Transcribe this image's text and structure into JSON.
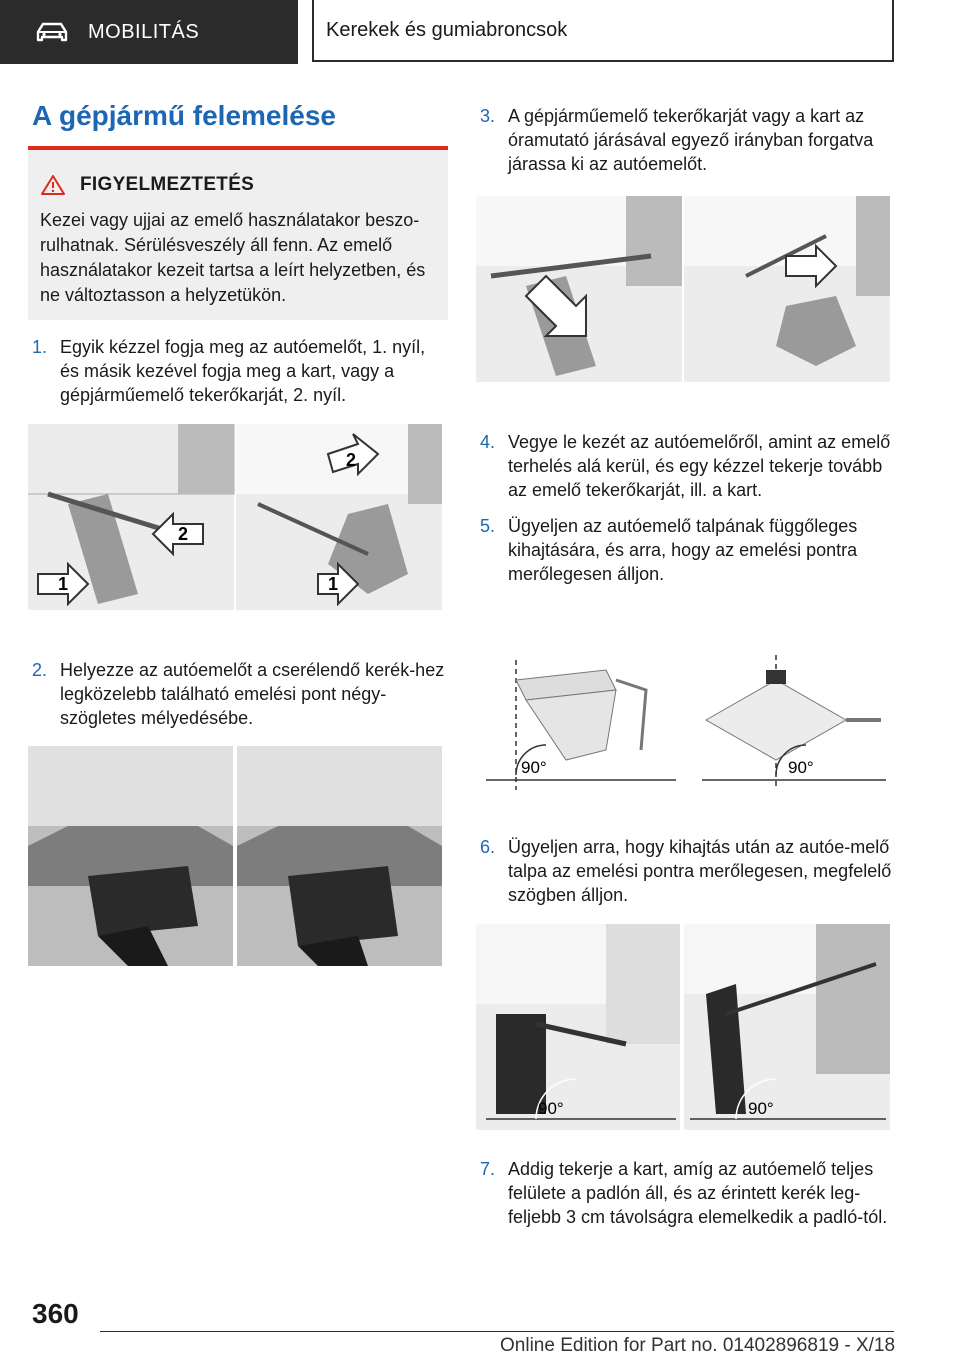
{
  "header": {
    "section_icon": "car-icon",
    "section": "MOBILITÁS",
    "chapter": "Kerekek és gumiabroncsok"
  },
  "title": "A gépjármű felemelése",
  "warning": {
    "icon": "warning-triangle-icon",
    "title": "FIGYELMEZTETÉS",
    "text": "Kezei vagy ujjai az emelő használatakor beszo-rulhatnak. Sérülésveszély áll fenn. Az emelő használatakor kezeit tartsa a leírt helyzetben, és ne változtasson a helyzetükön."
  },
  "steps": [
    {
      "num": "1.",
      "text": "Egyik kézzel fogja meg az autóemelőt, 1. nyíl, és másik kezével fogja meg a kart, vagy a gépjárműemelő tekerőkarját, 2. nyíl."
    },
    {
      "num": "2.",
      "text": "Helyezze az autóemelőt a cserélendő kerék-hez legközelebb található emelési pont négy-szögletes mélyedésébe."
    },
    {
      "num": "3.",
      "text": "A gépjárműemelő tekerőkarját vagy a kart az óramutató járásával egyező irányban forgatva járassa ki az autóemelőt."
    },
    {
      "num": "4.",
      "text": "Vegye le kezét az autóemelőről, amint az emelő terhelés alá kerül, és egy kézzel tekerje tovább az emelő tekerőkarját, ill. a kart."
    },
    {
      "num": "5.",
      "text": "Ügyeljen az autóemelő talpának függőleges kihajtására, és arra, hogy az emelési pontra merőlegesen álljon."
    },
    {
      "num": "6.",
      "text": "Ügyeljen arra, hogy kihajtás után az autóe-melő talpa az emelési pontra merőlegesen, megfelelő szögben álljon."
    },
    {
      "num": "7.",
      "text": "Addig tekerje a kart, amíg az autóemelő teljes felülete a padlón áll, és az érintett kerék leg-feljebb 3 cm távolságra elemelkedik a padló-tól."
    }
  ],
  "figures": {
    "arrow1": "1",
    "arrow2": "2",
    "angle": "90°"
  },
  "page_number": "360",
  "footer": "Online Edition for Part no. 01402896819 - X/18"
}
